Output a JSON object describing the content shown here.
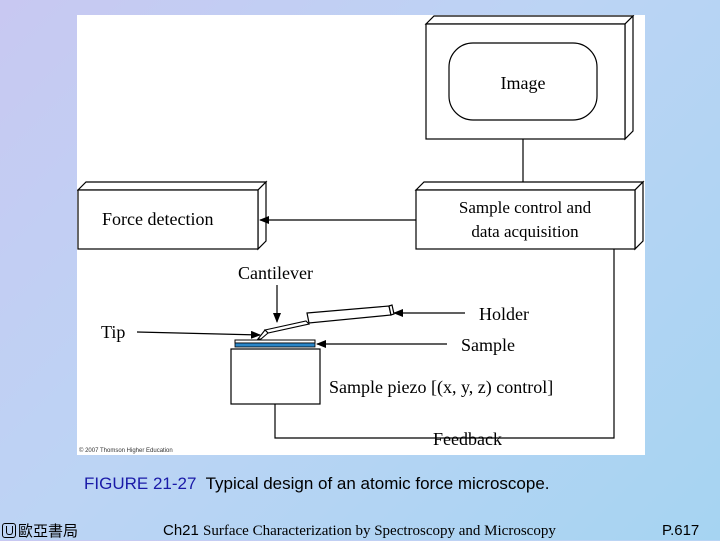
{
  "diagram": {
    "image_label": "Image",
    "force_detection_label": "Force detection",
    "sample_control_line1": "Sample control and",
    "sample_control_line2": "data acquisition",
    "cantilever_label": "Cantilever",
    "holder_label": "Holder",
    "tip_label": "Tip",
    "sample_label": "Sample",
    "sample_piezo_label": "Sample piezo [(x, y, z) control]",
    "feedback_label": "Feedback",
    "copyright": "© 2007 Thomson Higher Education"
  },
  "caption": {
    "figure_number": "FIGURE 21-27",
    "text": "Typical design of an atomic force microscope."
  },
  "footer": {
    "publisher_logo_text": "歐亞書局",
    "chapter": "Ch21",
    "chapter_title": "Surface Characterization by Spectroscopy and Microscopy",
    "page": "P.617"
  },
  "colors": {
    "sample_stripe": "#2a86c8",
    "caption_number": "#1a1aa8"
  }
}
